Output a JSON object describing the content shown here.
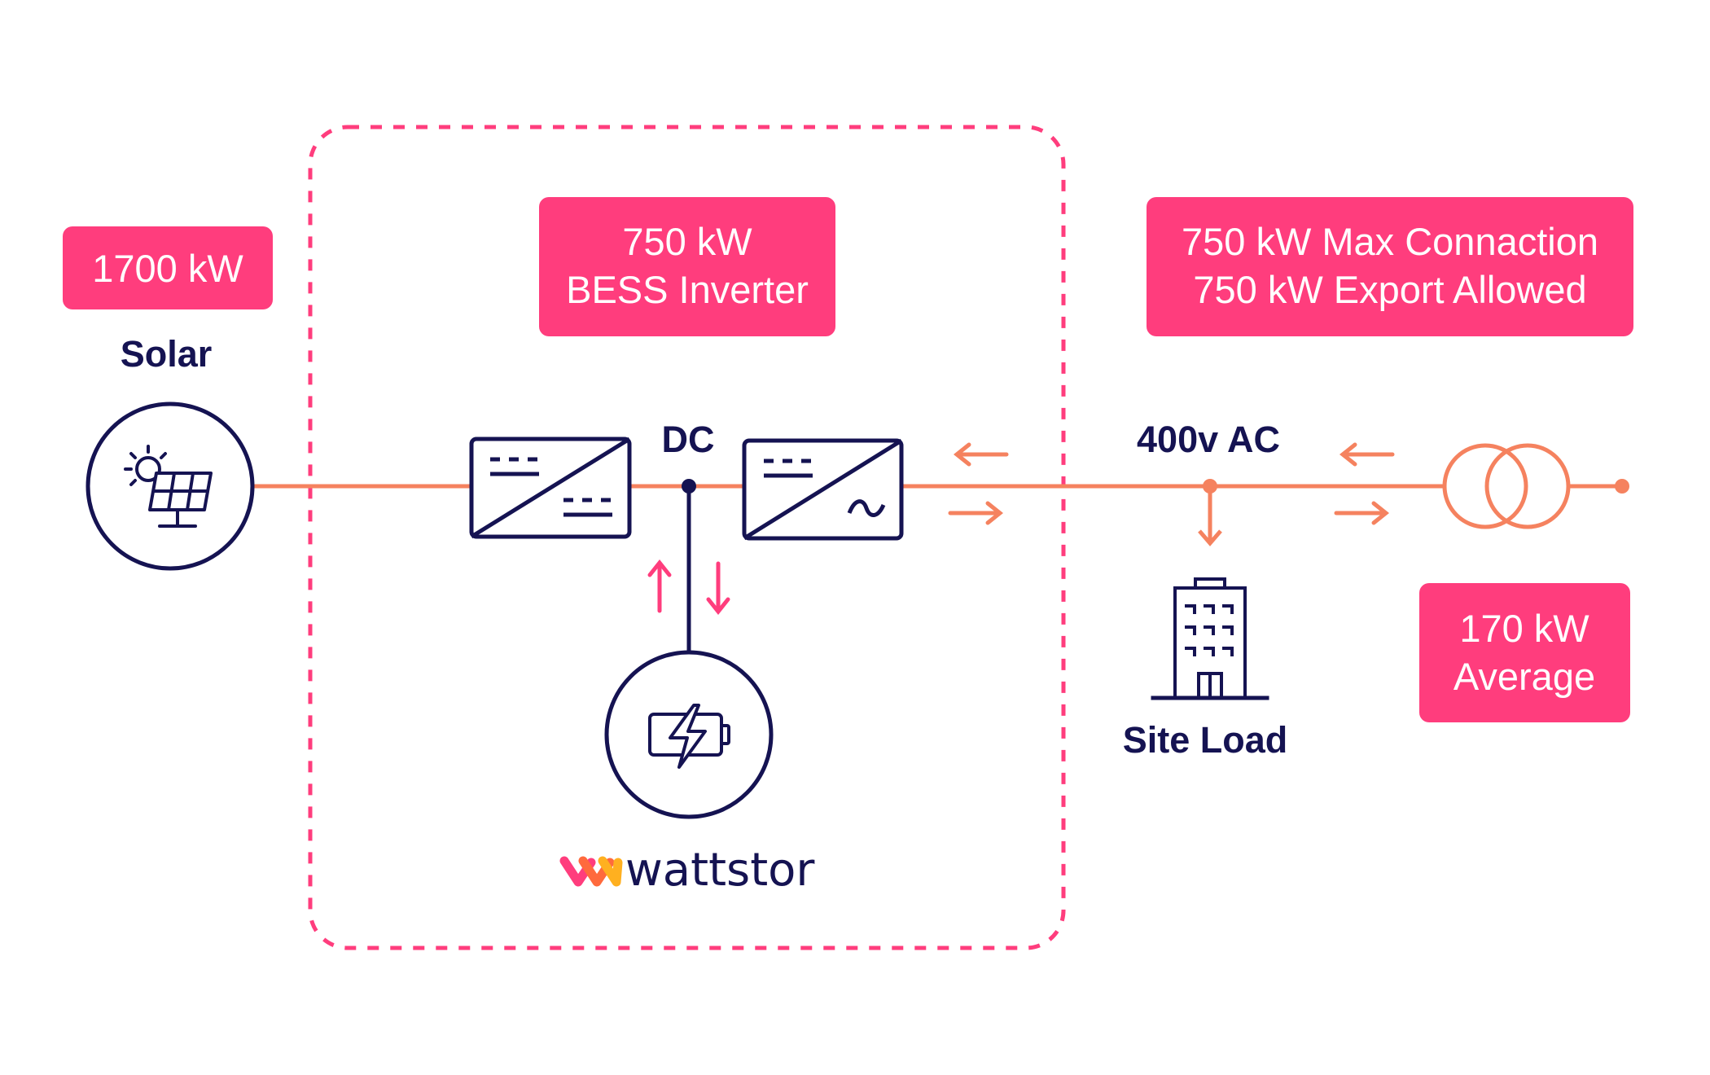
{
  "colors": {
    "accent_pink": "#FF3D7D",
    "line_orange": "#F5825F",
    "navy": "#151352",
    "white": "#FFFFFF"
  },
  "solar": {
    "badge": "1700 kW",
    "label": "Solar",
    "icon": "solar-panel-icon"
  },
  "bess_inverter": {
    "badge_line1": "750 kW",
    "badge_line2": "BESS Inverter"
  },
  "dc_label": "DC",
  "ac_label": "400v AC",
  "grid": {
    "badge_line1": "750 kW Max Connaction",
    "badge_line2": "750 kW Export Allowed"
  },
  "site_load": {
    "label": "Site Load",
    "icon": "building-icon"
  },
  "average": {
    "badge_line1": "170 kW",
    "badge_line2": "Average"
  },
  "battery": {
    "icon": "battery-charging-icon"
  },
  "logo": {
    "text": "wattstor"
  }
}
